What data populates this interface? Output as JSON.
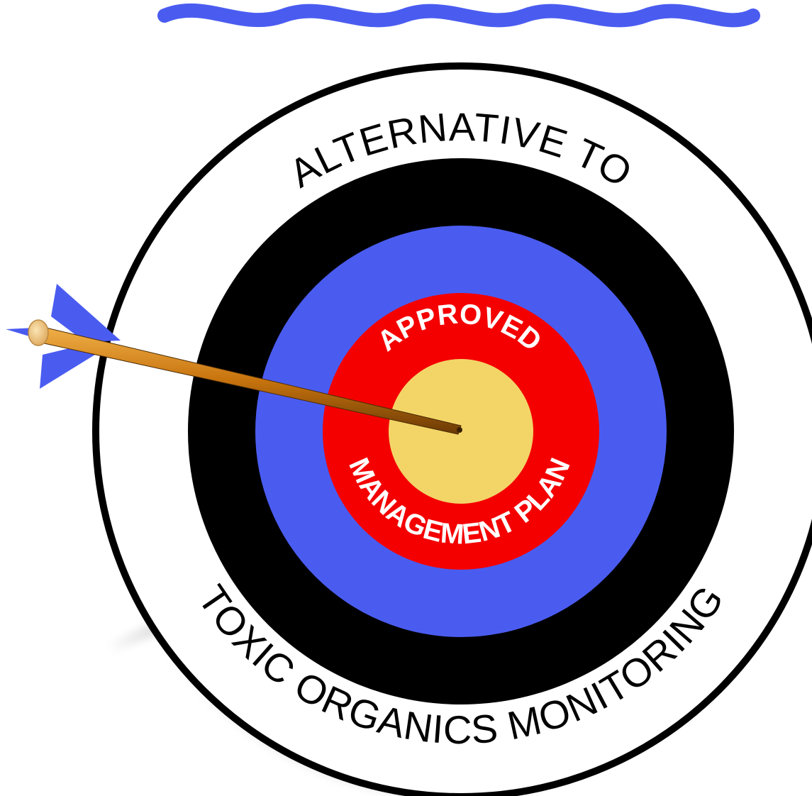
{
  "outer_ring": {
    "top_text": "ALTERNATIVE TO",
    "bottom_text": "TOXIC ORGANICS MONITORING"
  },
  "inner_ring": {
    "top_text": "APPROVED",
    "bottom_text": "MANAGEMENT PLAN"
  },
  "icons": {
    "wave": "wave-line-icon",
    "target": "bullseye-target-icon",
    "arrow": "arrow-icon"
  },
  "colors": {
    "wave": "#4a5cf0",
    "white_ring": "#ffffff",
    "black_ring": "#000000",
    "blue_ring": "#4a5cf0",
    "red_ring": "#f40000",
    "bullseye": "#f3d567",
    "fletching": "#4a5cf0",
    "shaft": "#c8740e",
    "nock": "#f3d08a",
    "ring_text_dark": "#000000",
    "ring_text_light": "#ffffff"
  }
}
